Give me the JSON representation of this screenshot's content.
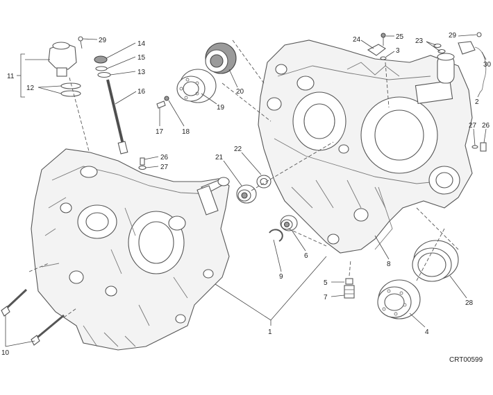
{
  "diagram": {
    "code": "CRT00599",
    "callouts": {
      "c1": "1",
      "c2": "2",
      "c3": "3",
      "c4": "4",
      "c5": "5",
      "c6": "6",
      "c7": "7",
      "c8": "8",
      "c9": "9",
      "c10": "10",
      "c11": "11",
      "c12": "12",
      "c13": "13",
      "c14": "14",
      "c15": "15",
      "c16": "16",
      "c17": "17",
      "c18": "18",
      "c19": "19",
      "c20": "20",
      "c21": "21",
      "c22": "22",
      "c23": "23",
      "c24": "24",
      "c25": "25",
      "c26a": "26",
      "c26b": "26",
      "c27a": "27",
      "c27b": "27",
      "c28": "28",
      "c29a": "29",
      "c29b": "29",
      "c30": "30"
    }
  }
}
